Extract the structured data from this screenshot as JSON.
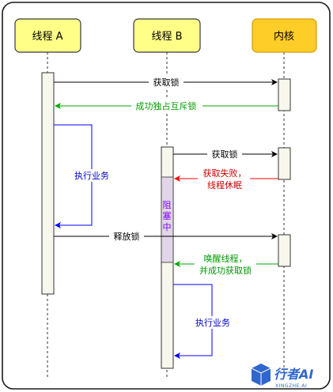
{
  "participants": {
    "thread_a": "线程 A",
    "thread_b": "线程 B",
    "kernel": "内核"
  },
  "messages": {
    "a_acquire": "获取锁",
    "a_success": "成功独占互斥锁",
    "a_business": "执行业务",
    "b_acquire": "获取锁",
    "b_fail_line1": "获取失败，",
    "b_fail_line2": "线程休眠",
    "blocked_1": "阻",
    "blocked_2": "塞",
    "blocked_3": "中",
    "a_release": "释放锁",
    "b_wake_line1": "唤醒线程，",
    "b_wake_line2": "并成功获取锁",
    "b_business": "执行业务"
  },
  "logo": {
    "text": "行者AI",
    "subtext": "XINGZHE.AI"
  },
  "colors": {
    "thread_fill": "#ffff88",
    "thread_stroke": "#36393d",
    "kernel_fill": "#ffcd28",
    "kernel_stroke": "#d79b00",
    "activation_fill": "#f8f7ed",
    "blocked_fill": "#e1d5e7",
    "black_arrow": "#000000",
    "green_arrow": "#00aa00",
    "red_arrow": "#ff0000",
    "blue_arrow": "#0000ff",
    "green_text": "#009900",
    "red_text": "#cc0000",
    "blue_text": "#0000cc",
    "purple_text": "#7f00ff",
    "logo_blue": "#1a56c8"
  }
}
